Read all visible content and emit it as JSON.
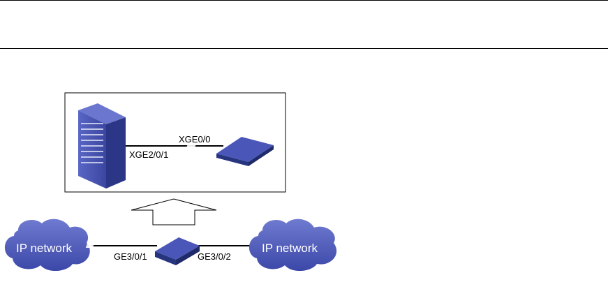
{
  "diagram": {
    "top_box": {
      "port_left": "XGE2/0/1",
      "port_right": "XGE0/0"
    },
    "bottom": {
      "cloud_left": "IP network",
      "cloud_right": "IP network",
      "port_left": "GE3/0/1",
      "port_right": "GE3/0/2"
    },
    "colors": {
      "device_blue": "#3b4aa6",
      "device_dark": "#27347e",
      "cloud_fill": "#4a56b8",
      "line": "#000000"
    }
  }
}
